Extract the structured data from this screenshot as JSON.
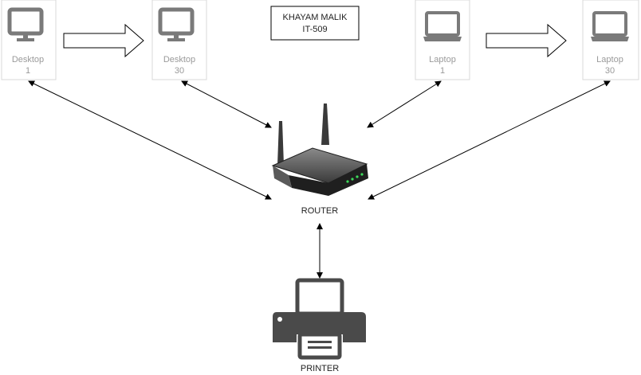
{
  "title": {
    "line1": "KHAYAM MALIK",
    "line2": "IT-509"
  },
  "nodes": {
    "desktop_1": {
      "name": "Desktop",
      "number": "1",
      "icon": "desktop-icon"
    },
    "desktop_30": {
      "name": "Desktop",
      "number": "30",
      "icon": "desktop-icon"
    },
    "laptop_1": {
      "name": "Laptop",
      "number": "1",
      "icon": "laptop-icon"
    },
    "laptop_30": {
      "name": "Laptop",
      "number": "30",
      "icon": "laptop-icon"
    },
    "router": {
      "label": "ROUTER",
      "icon": "router-icon"
    },
    "printer": {
      "label": "PRINTER",
      "icon": "printer-icon"
    }
  },
  "colors": {
    "device_icon": "#7a7a7a",
    "device_text": "#9a9a9a",
    "card_border": "#d8d8d8",
    "router_body": "#2b2b2b",
    "printer_body": "#4a4a4a",
    "led": "#3ddc5a"
  }
}
